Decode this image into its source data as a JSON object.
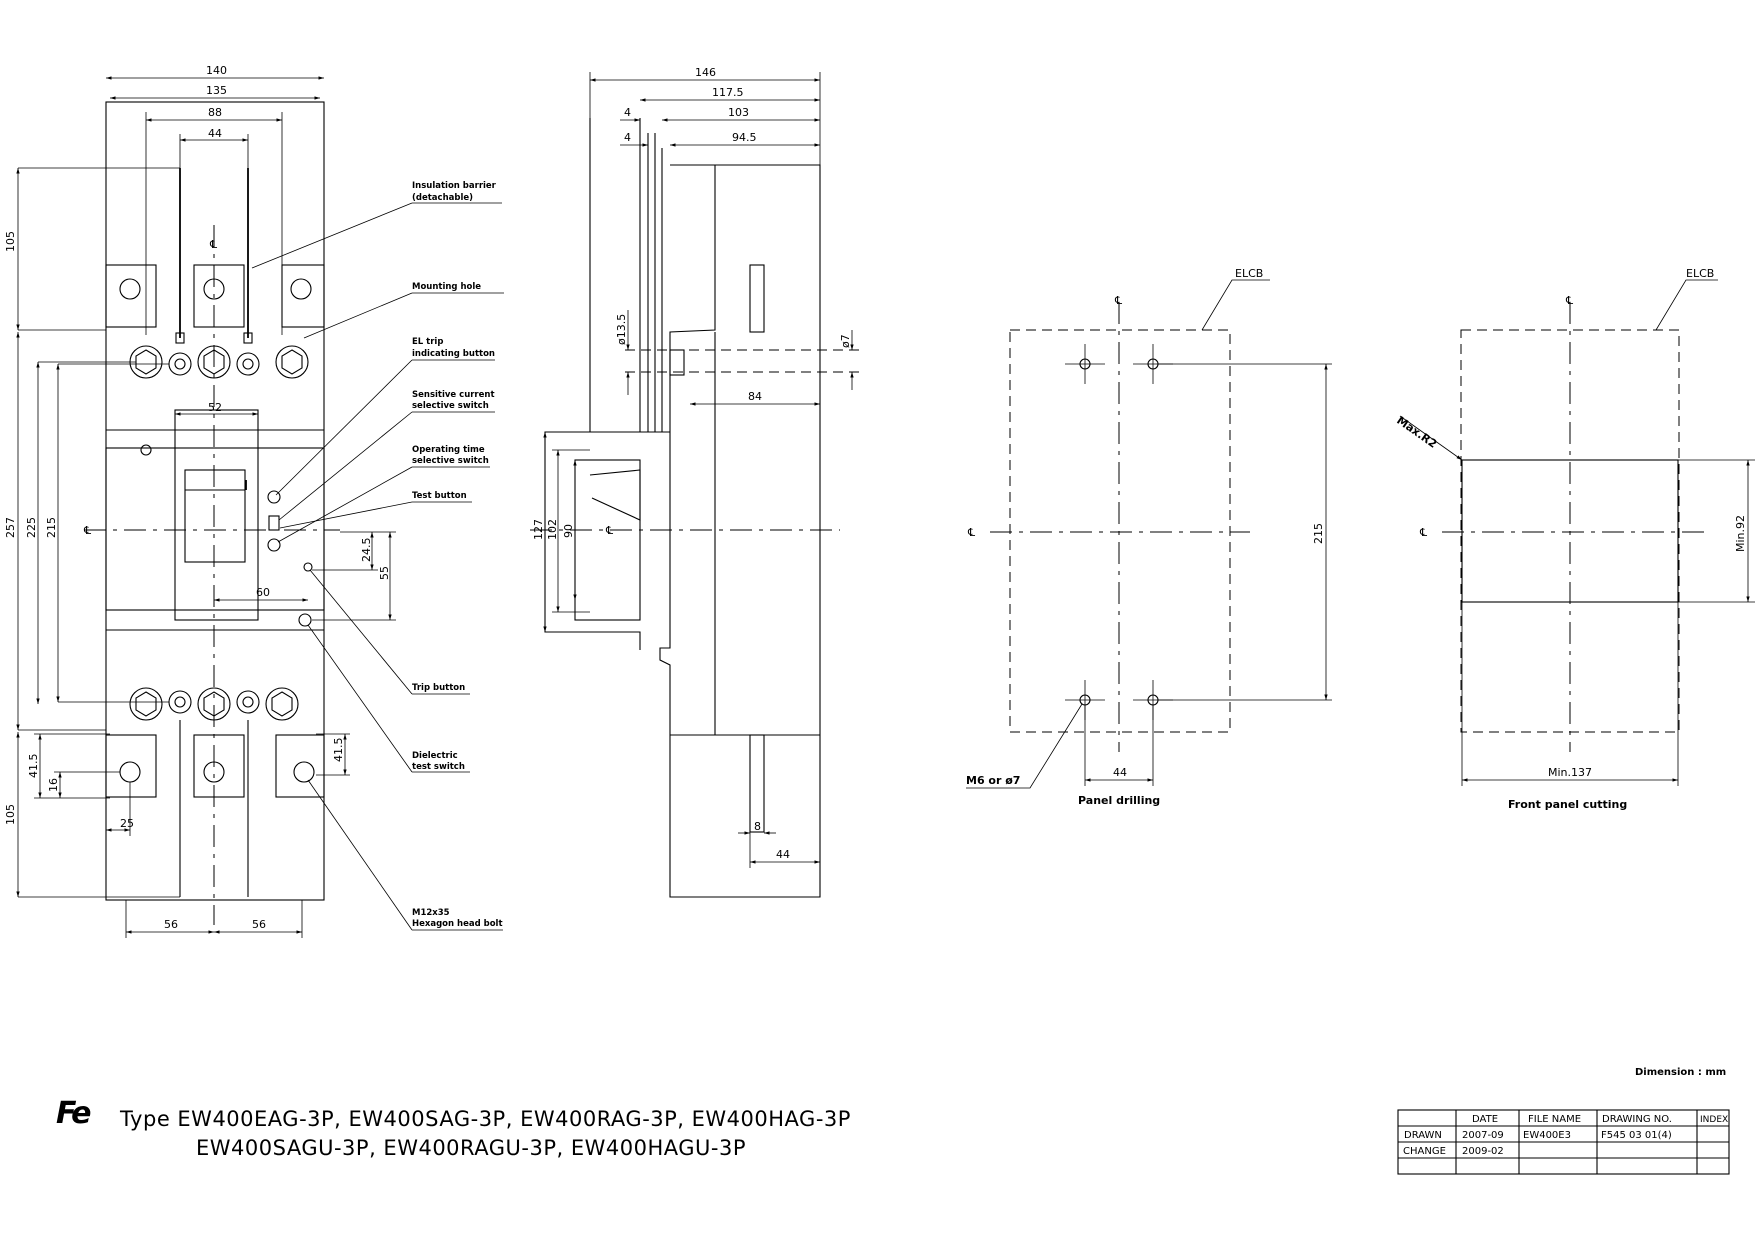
{
  "front_view": {
    "dims": {
      "w140": "140",
      "w135": "135",
      "w88": "88",
      "w44": "44",
      "h105_top": "105",
      "h257": "257",
      "h225": "225",
      "h215": "215",
      "w52": "52",
      "w60": "60",
      "h24_5": "24.5",
      "h55": "55",
      "h41_5_left": "41.5",
      "h16": "16",
      "h41_5_right": "41.5",
      "h105_bot": "105",
      "w25": "25",
      "w56_left": "56",
      "w56_right": "56"
    },
    "callouts": {
      "insulation_barrier": [
        "Insulation barrier",
        "(detachable)"
      ],
      "mounting_hole": [
        "Mounting hole"
      ],
      "el_trip": [
        "EL trip",
        "indicating button"
      ],
      "sensitive_current": [
        "Sensitive current",
        "selective switch"
      ],
      "operating_time": [
        "Operating time",
        "selective switch"
      ],
      "test_button": [
        "Test button"
      ],
      "trip_button": [
        "Trip button"
      ],
      "dielectric": [
        "Dielectric",
        "test switch"
      ],
      "bolt": [
        "M12x35",
        "Hexagon head bolt"
      ]
    },
    "centerline": "℄"
  },
  "side_view": {
    "dims": {
      "w146": "146",
      "w117_5": "117.5",
      "w103": "103",
      "w4a": "4",
      "w94_5": "94.5",
      "w4b": "4",
      "d13_5": "ø13.5",
      "d7": "ø7",
      "w84": "84",
      "h127": "127",
      "h102": "102",
      "h90": "90",
      "w8": "8",
      "w44": "44"
    },
    "centerline": "℄"
  },
  "panel_drilling": {
    "label": "ELCB",
    "centerline": "℄",
    "dim215": "215",
    "dim44": "44",
    "hole_note": "M6 or ø7",
    "caption": "Panel drilling"
  },
  "front_panel_cutting": {
    "label": "ELCB",
    "centerline": "℄",
    "radius_note": "Max.R2",
    "dim_min92": "Min.92",
    "dim_min137": "Min.137",
    "caption": "Front panel cutting"
  },
  "dimension_unit": "Dimension : mm",
  "title": {
    "logo": "Fe",
    "line1": "Type  EW400EAG-3P, EW400SAG-3P, EW400RAG-3P, EW400HAG-3P",
    "line2": "EW400SAGU-3P, EW400RAGU-3P, EW400HAGU-3P"
  },
  "title_block": {
    "headers": [
      "",
      "DATE",
      "FILE NAME",
      "DRAWING NO.",
      "INDEX"
    ],
    "rows": [
      [
        "DRAWN",
        "2007-09",
        "EW400E3",
        "F545 03 01(4)",
        ""
      ],
      [
        "CHANGE",
        "2009-02",
        "",
        "",
        ""
      ],
      [
        "",
        "",
        "",
        "",
        ""
      ]
    ]
  }
}
